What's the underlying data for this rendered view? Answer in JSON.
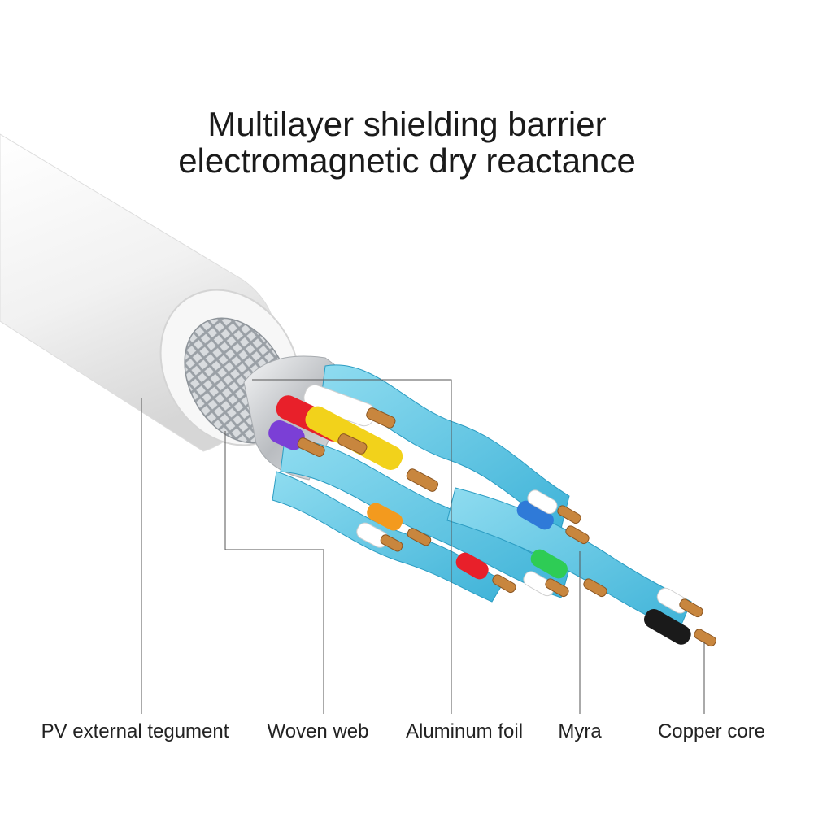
{
  "title": {
    "line1": "Multilayer shielding barrier",
    "line2": "electromagnetic dry reactance"
  },
  "labels": {
    "pv": "PV external tegument",
    "woven": "Woven web",
    "foil": "Aluminum foil",
    "myra": "Myra",
    "copper": "Copper core"
  },
  "colors": {
    "jacket": "#f2f2f2",
    "braid": "#c9ccd1",
    "foil": "#d8dadd",
    "pair_wrap": "#5bc6e6",
    "copper": "#c8863e",
    "leader_line": "#555555",
    "wires": [
      "#ffffff",
      "#e8202a",
      "#f2d21b",
      "#7b3fd6",
      "#f39a1e",
      "#2f7ad8",
      "#2ecc55",
      "#1a1a1a"
    ]
  },
  "icons": [
    "cable-diagram-icon"
  ]
}
